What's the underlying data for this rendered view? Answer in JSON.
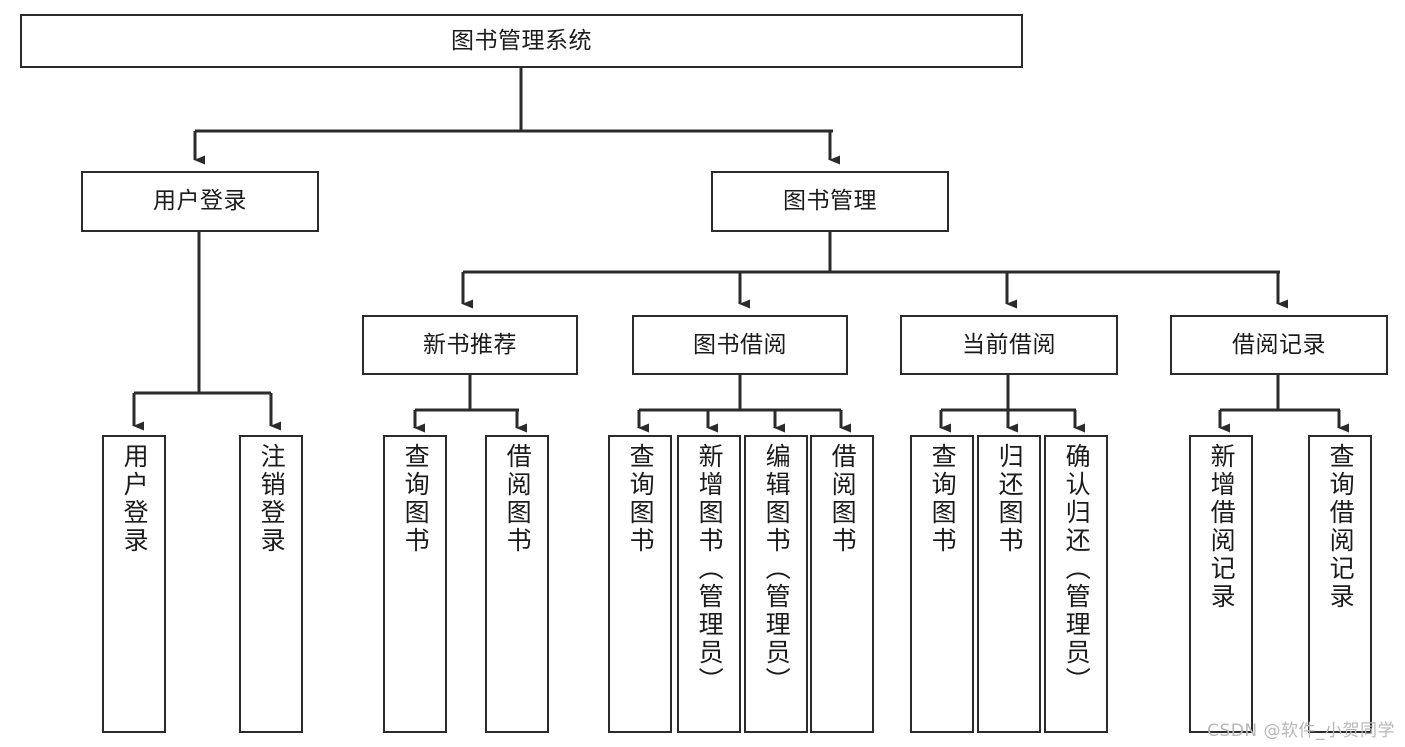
{
  "diagram": {
    "type": "tree",
    "title": "图书管理系统",
    "watermark": "CSDN @软件_小贺同学",
    "colors": {
      "box_border": "#2b2b2b",
      "box_fill": "#ffffff",
      "edge": "#2b2b2b",
      "text": "#1b1b1b",
      "watermark": "#b7b7b7",
      "background": "#ffffff"
    },
    "nodes": {
      "root": {
        "label": "图书管理系统"
      },
      "level2": [
        {
          "id": "user-login",
          "label": "用户登录"
        },
        {
          "id": "book-manage",
          "label": "图书管理"
        }
      ],
      "level3": [
        {
          "id": "new-book-recommend",
          "label": "新书推荐"
        },
        {
          "id": "book-borrow",
          "label": "图书借阅"
        },
        {
          "id": "current-borrow",
          "label": "当前借阅"
        },
        {
          "id": "borrow-record",
          "label": "借阅记录"
        }
      ],
      "leaves": {
        "user-login": [
          {
            "id": "leaf-user-login",
            "label": "用户登录"
          },
          {
            "id": "leaf-logout",
            "label": "注销登录"
          }
        ],
        "new-book-recommend": [
          {
            "id": "leaf-query-book-1",
            "label": "查询图书"
          },
          {
            "id": "leaf-borrow-book-1",
            "label": "借阅图书"
          }
        ],
        "book-borrow": [
          {
            "id": "leaf-query-book-2",
            "label": "查询图书"
          },
          {
            "id": "leaf-add-book",
            "label": "新增图书（管理员）"
          },
          {
            "id": "leaf-edit-book",
            "label": "编辑图书（管理员）"
          },
          {
            "id": "leaf-borrow-book-2",
            "label": "借阅图书"
          }
        ],
        "current-borrow": [
          {
            "id": "leaf-query-book-3",
            "label": "查询图书"
          },
          {
            "id": "leaf-return-book",
            "label": "归还图书"
          },
          {
            "id": "leaf-confirm-return",
            "label": "确认归还（管理员）"
          }
        ],
        "borrow-record": [
          {
            "id": "leaf-add-record",
            "label": "新增借阅记录"
          },
          {
            "id": "leaf-query-record",
            "label": "查询借阅记录"
          }
        ]
      }
    }
  }
}
